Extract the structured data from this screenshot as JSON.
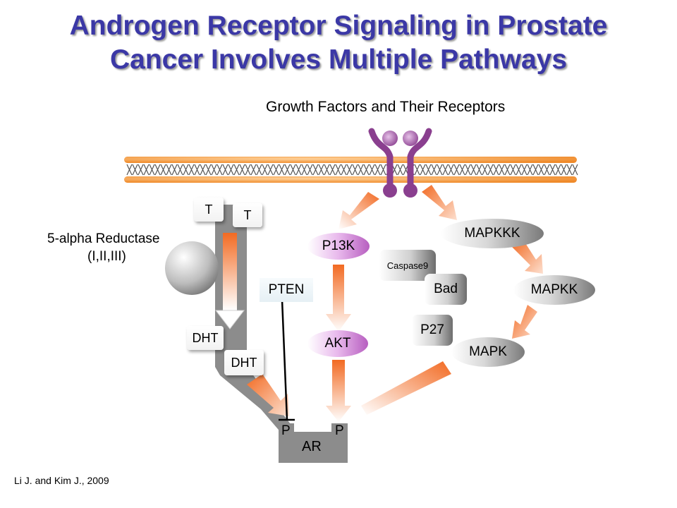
{
  "title_line1": "Androgen Receptor Signaling in Prostate",
  "title_line2": "Cancer Involves Multiple Pathways",
  "growth_factors_label": "Growth Factors and Their Receptors",
  "reductase_line1": "5-alpha Reductase",
  "reductase_line2": "(I,II,III)",
  "testosterone_1": "T",
  "testosterone_2": "T",
  "dht_1": "DHT",
  "dht_2": "DHT",
  "pten": "PTEN",
  "p13k": "P13K",
  "akt": "AKT",
  "caspase9": "Caspase9",
  "bad": "Bad",
  "p27": "P27",
  "mapkkk": "MAPKKK",
  "mapkk": "MAPKK",
  "mapk": "MAPK",
  "phospho_left": "P",
  "phospho_right": "P",
  "ar": "AR",
  "citation": "Li J. and Kim J., 2009",
  "colors": {
    "title": "#3b38a6",
    "membrane": "#f39b3e",
    "receptor": "#8a3f8f",
    "arrow": "#f06a28"
  }
}
